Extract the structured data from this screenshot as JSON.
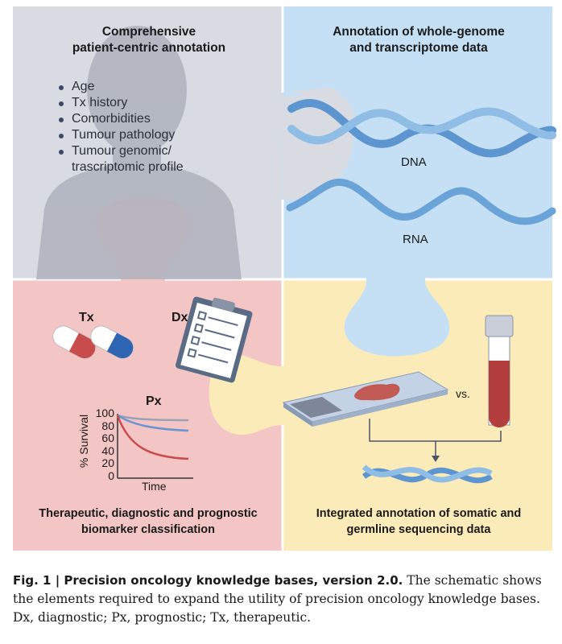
{
  "panels": {
    "patient": {
      "title_line1": "Comprehensive",
      "title_line2": "patient-centric annotation",
      "bullets": [
        "Age",
        "Tx history",
        "Comorbidities",
        "Tumour pathology",
        "Tumour genomic/",
        "trascriptomic profile"
      ]
    },
    "genome": {
      "title_line1": "Annotation of whole-genome",
      "title_line2": "and transcriptome data",
      "dna_label": "DNA",
      "rna_label": "RNA"
    },
    "biomarker": {
      "tx_label": "Tx",
      "dx_label": "Dx",
      "px_label": "Px",
      "y_axis_label": "% Survival",
      "x_axis_label": "Time",
      "y_ticks": [
        "100",
        "80",
        "60",
        "40",
        "20",
        "0"
      ],
      "title_line1": "Therapeutic, diagnostic and prognostic",
      "title_line2": "biomarker classification"
    },
    "sequencing": {
      "vs_label": "vs.",
      "title_line1": "Integrated annotation of somatic and",
      "title_line2": "germline sequencing data"
    }
  },
  "caption": {
    "label": "Fig. 1 | Precision oncology knowledge bases, version 2.0.",
    "text": " The schematic shows the elements required to expand the utility of precision oncology knowledge bases. Dx, diagnostic; Px, prognostic; Tx, therapeutic."
  },
  "colors": {
    "grey_panel": "#d9dbe2",
    "blue_panel": "#c5e0f5",
    "pink_panel": "#f3c6c5",
    "yellow_panel": "#fbebb8",
    "helix": "#6aa3d8",
    "pill_red": "#c94c4c",
    "pill_blue": "#2f66b3"
  }
}
